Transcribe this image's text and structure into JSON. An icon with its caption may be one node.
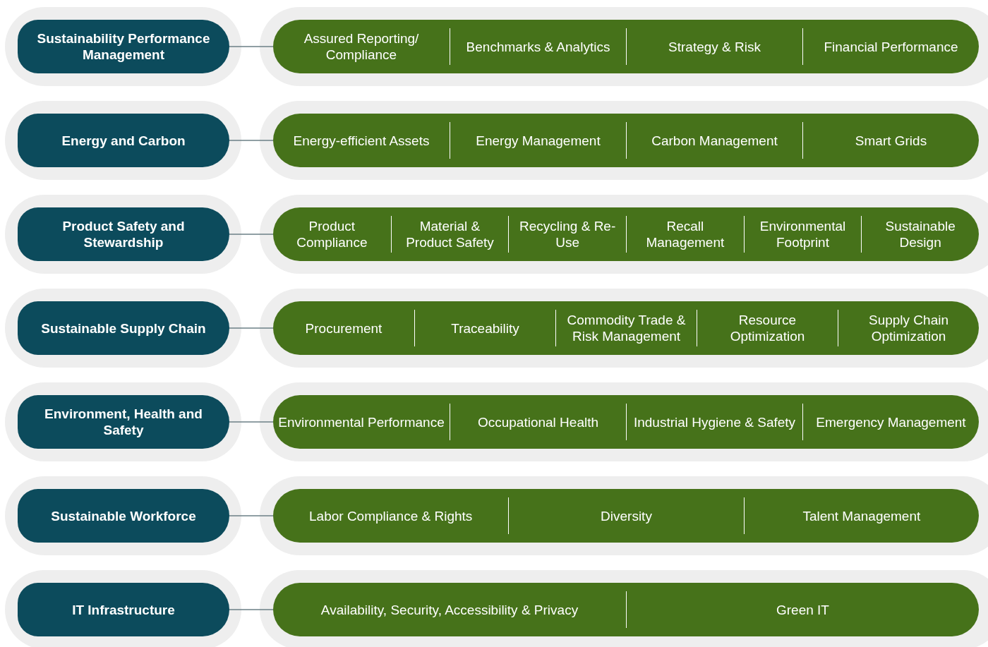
{
  "diagram": {
    "nodes": [
      {
        "text": [
          "Sustainability Performance Management"
        ]
      },
      {
        "text": [],
        "shape": "bar"
      },
      {
        "text": [
          "Assured Reporting/ Compliance"
        ],
        "in": 1
      },
      {
        "text": [
          "Benchmarks & Analytics"
        ],
        "in": 1
      },
      {
        "text": [
          "Strategy & Risk"
        ],
        "in": 1
      },
      {
        "text": [
          "Financial Performance"
        ],
        "in": 1
      },
      {
        "text": [
          "Energy and Carbon"
        ]
      },
      {
        "text": [],
        "shape": "bar"
      },
      {
        "text": [
          "Energy-efficient Assets"
        ],
        "in": 7
      },
      {
        "text": [
          "Energy Management"
        ],
        "in": 7
      },
      {
        "text": [
          "Carbon Management"
        ],
        "in": 7
      },
      {
        "text": [
          "Smart Grids"
        ],
        "in": 7
      },
      {
        "text": [
          "Product Safety and Stewardship"
        ]
      },
      {
        "text": [],
        "shape": "bar"
      },
      {
        "text": [
          "Product Compliance"
        ],
        "in": 13
      },
      {
        "text": [
          "Material & Product Safety"
        ],
        "in": 13
      },
      {
        "text": [
          "Recycling & Re-Use"
        ],
        "in": 13
      },
      {
        "text": [
          "Recall Management"
        ],
        "in": 13
      },
      {
        "text": [
          "Environmental Footprint"
        ],
        "in": 13
      },
      {
        "text": [
          "Sustainable Design"
        ],
        "in": 13
      },
      {
        "text": [
          "Sustainable Supply Chain"
        ]
      },
      {
        "text": [],
        "shape": "bar"
      },
      {
        "text": [
          "Procurement"
        ],
        "in": 21
      },
      {
        "text": [
          "Traceability"
        ],
        "in": 21
      },
      {
        "text": [
          "Commodity Trade & Risk Management"
        ],
        "in": 21
      },
      {
        "text": [
          "Resource Optimization"
        ],
        "in": 21
      },
      {
        "text": [
          "Supply Chain Optimization"
        ],
        "in": 21
      },
      {
        "text": [
          "Environment, Health and Safety"
        ]
      },
      {
        "text": [],
        "shape": "bar"
      },
      {
        "text": [
          "Environmental Performance"
        ],
        "in": 28
      },
      {
        "text": [
          "Occupational Health"
        ],
        "in": 28
      },
      {
        "text": [
          "Industrial Hygiene & Safety"
        ],
        "in": 28
      },
      {
        "text": [
          "Emergency Management"
        ],
        "in": 28
      },
      {
        "text": [
          "Sustainable Workforce"
        ]
      },
      {
        "text": [],
        "shape": "bar"
      },
      {
        "text": [
          "Labor Compliance & Rights"
        ],
        "in": 34
      },
      {
        "text": [
          "Diversity"
        ],
        "in": 34
      },
      {
        "text": [
          "Talent Management"
        ],
        "in": 34
      },
      {
        "text": [
          "IT Infrastructure"
        ]
      },
      {
        "text": [],
        "shape": "bar"
      },
      {
        "text": [
          "Availability, Security, Accessibility & Privacy"
        ],
        "in": 39
      },
      {
        "text": [
          "Green IT"
        ],
        "in": 39
      }
    ],
    "edges": [
      {
        "from": 0,
        "to": 1,
        "arrow": "none"
      },
      {
        "from": 6,
        "to": 7,
        "arrow": "none"
      },
      {
        "from": 12,
        "to": 13,
        "arrow": "none"
      },
      {
        "from": 20,
        "to": 21,
        "arrow": "none"
      },
      {
        "from": 27,
        "to": 28,
        "arrow": "none"
      },
      {
        "from": 33,
        "to": 34,
        "arrow": "none"
      },
      {
        "from": 38,
        "to": 39,
        "arrow": "none"
      }
    ]
  }
}
